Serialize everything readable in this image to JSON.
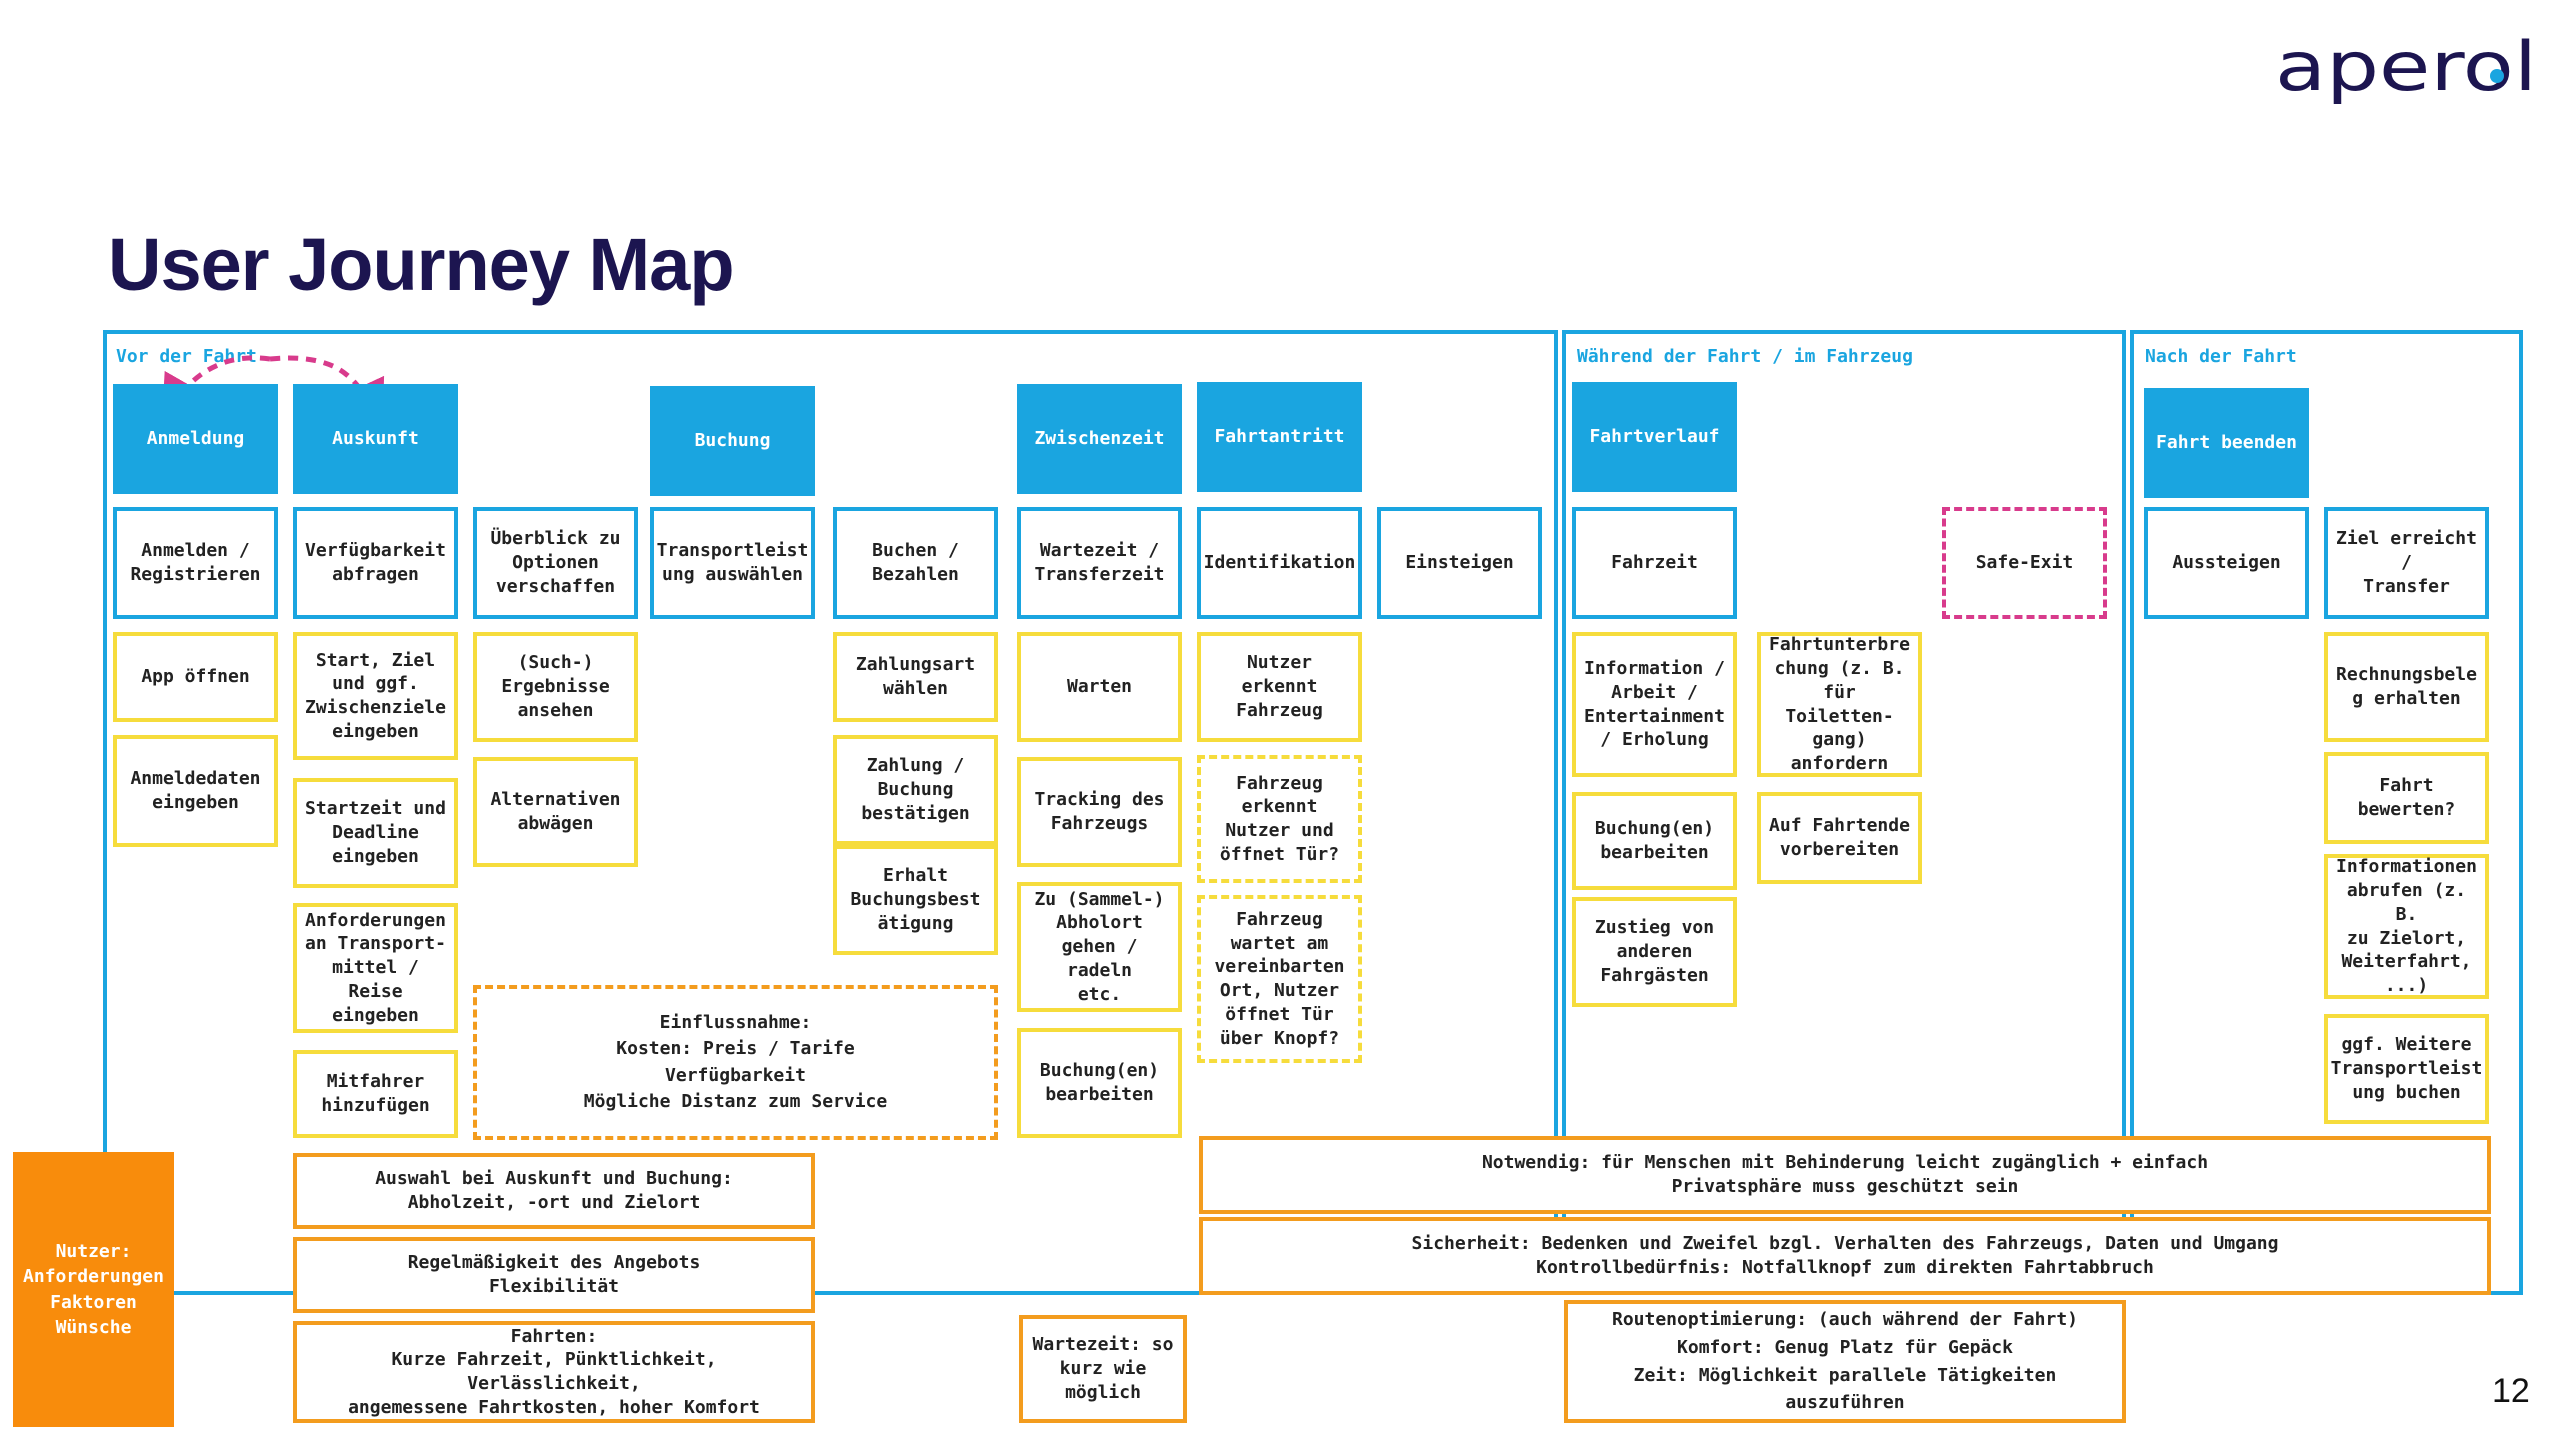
{
  "page": {
    "title": "User Journey Map",
    "page_number": "12"
  },
  "logo": {
    "text": "aperol"
  },
  "phases": {
    "before": "Vor der Fahrt",
    "during": "Während der Fahrt / im Fahrzeug",
    "after": "Nach der Fahrt"
  },
  "headers": {
    "anmeldung": "Anmeldung",
    "auskunft": "Auskunft",
    "buchung": "Buchung",
    "zwischenzeit": "Zwischenzeit",
    "fahrtantritt": "Fahrtantritt",
    "fahrtverlauf": "Fahrtverlauf",
    "fahrt_beenden": "Fahrt beenden"
  },
  "steps": {
    "anmelden": "Anmelden /\nRegistrieren",
    "verfuegbarkeit": "Verfügbarkeit\nabfragen",
    "ueberblick": "Überblick zu\nOptionen\nverschaffen",
    "transportleistung": "Transportleist\nung auswählen",
    "buchen": "Buchen /\nBezahlen",
    "wartezeit": "Wartezeit /\nTransferzeit",
    "identifikation": "Identifikation",
    "einsteigen": "Einsteigen",
    "fahrzeit": "Fahrzeit",
    "safe_exit": "Safe-Exit",
    "aussteigen": "Aussteigen",
    "ziel": "Ziel erreicht /\nTransfer"
  },
  "details": {
    "app_oeffnen": "App öffnen",
    "anmeldedaten": "Anmeldedaten\neingeben",
    "start_ziel": "Start, Ziel\nund ggf.\nZwischenziele\neingeben",
    "startzeit": "Startzeit und\nDeadline\neingeben",
    "anforderungen": "Anforderungen\nan Transport-\nmittel / Reise\neingeben",
    "mitfahrer": "Mitfahrer\nhinzufügen",
    "ergebnisse": "(Such-)\nErgebnisse\nansehen",
    "alternativen": "Alternativen\nabwägen",
    "zahlungsart": "Zahlungsart\nwählen",
    "zahlung_bestaetigen": "Zahlung /\nBuchung\nbestätigen",
    "buchungsbestaetigung": "Erhalt\nBuchungsbest\nätigung",
    "warten": "Warten",
    "tracking": "Tracking des\nFahrzeugs",
    "abholort": "Zu (Sammel-)\nAbholort\ngehen / radeln\netc.",
    "buchungen_bearbeiten_1": "Buchung(en)\nbearbeiten",
    "nutzer_erkennt": "Nutzer\nerkennt\nFahrzeug",
    "fahrzeug_erkennt": "Fahrzeug\nerkennt\nNutzer und\nöffnet Tür?",
    "fahrzeug_wartet": "Fahrzeug\nwartet am\nvereinbarten\nOrt, Nutzer\nöffnet Tür\nüber Knopf?",
    "information": "Information /\nArbeit /\nEntertainment\n/ Erholung",
    "buchungen_bearbeiten_2": "Buchung(en)\nbearbeiten",
    "zustieg": "Zustieg von\nanderen\nFahrgästen",
    "fahrtunterbrechung": "Fahrtunterbre\nchung (z. B.\nfür Toiletten-\ngang)\nanfordern",
    "fahrtende": "Auf Fahrtende\nvorbereiten",
    "rechnung": "Rechnungsbele\ng erhalten",
    "bewerten": "Fahrt\nbewerten?",
    "informationen_abrufen": "Informationen\nabrufen (z. B.\nzu Zielort,\nWeiterfahrt,\n...)",
    "weitere_transport": "ggf. Weitere\nTransportleist\nung buchen"
  },
  "factors": {
    "einflussnahme": "Einflussnahme:\nKosten: Preis / Tarife\nVerfügbarkeit\nMögliche Distanz zum Service",
    "auswahl": "Auswahl bei Auskunft und Buchung:\nAbholzeit, -ort und Zielort",
    "regelmaessigkeit": "Regelmäßigkeit des Angebots\nFlexibilität",
    "fahrten": "Fahrten:\nKurze Fahrzeit, Pünktlichkeit, Verlässlichkeit,\nangemessene Fahrtkosten, hoher Komfort",
    "wartezeit_kurz": "Wartezeit: so\nkurz wie\nmöglich",
    "notwendig": "Notwendig: für Menschen mit Behinderung leicht zugänglich + einfach\nPrivatsphäre muss geschützt sein",
    "sicherheit": "Sicherheit: Bedenken und Zweifel bzgl. Verhalten des Fahrzeugs, Daten und Umgang\nKontrollbedürfnis: Notfallknopf zum direkten Fahrtabbruch",
    "routen": "Routenoptimierung: (auch während der Fahrt)\nKomfort: Genug Platz für Gepäck\nZeit: Möglichkeit parallele Tätigkeiten auszuführen"
  },
  "user_box": "Nutzer:\nAnforderungen\nFaktoren\nWünsche",
  "colors": {
    "navy": "#1c1550",
    "blue": "#1aa5e0",
    "yellow": "#f6dc3c",
    "orange": "#f39c1e",
    "pink": "#d83b8c",
    "user_orange": "#f88c0c"
  }
}
